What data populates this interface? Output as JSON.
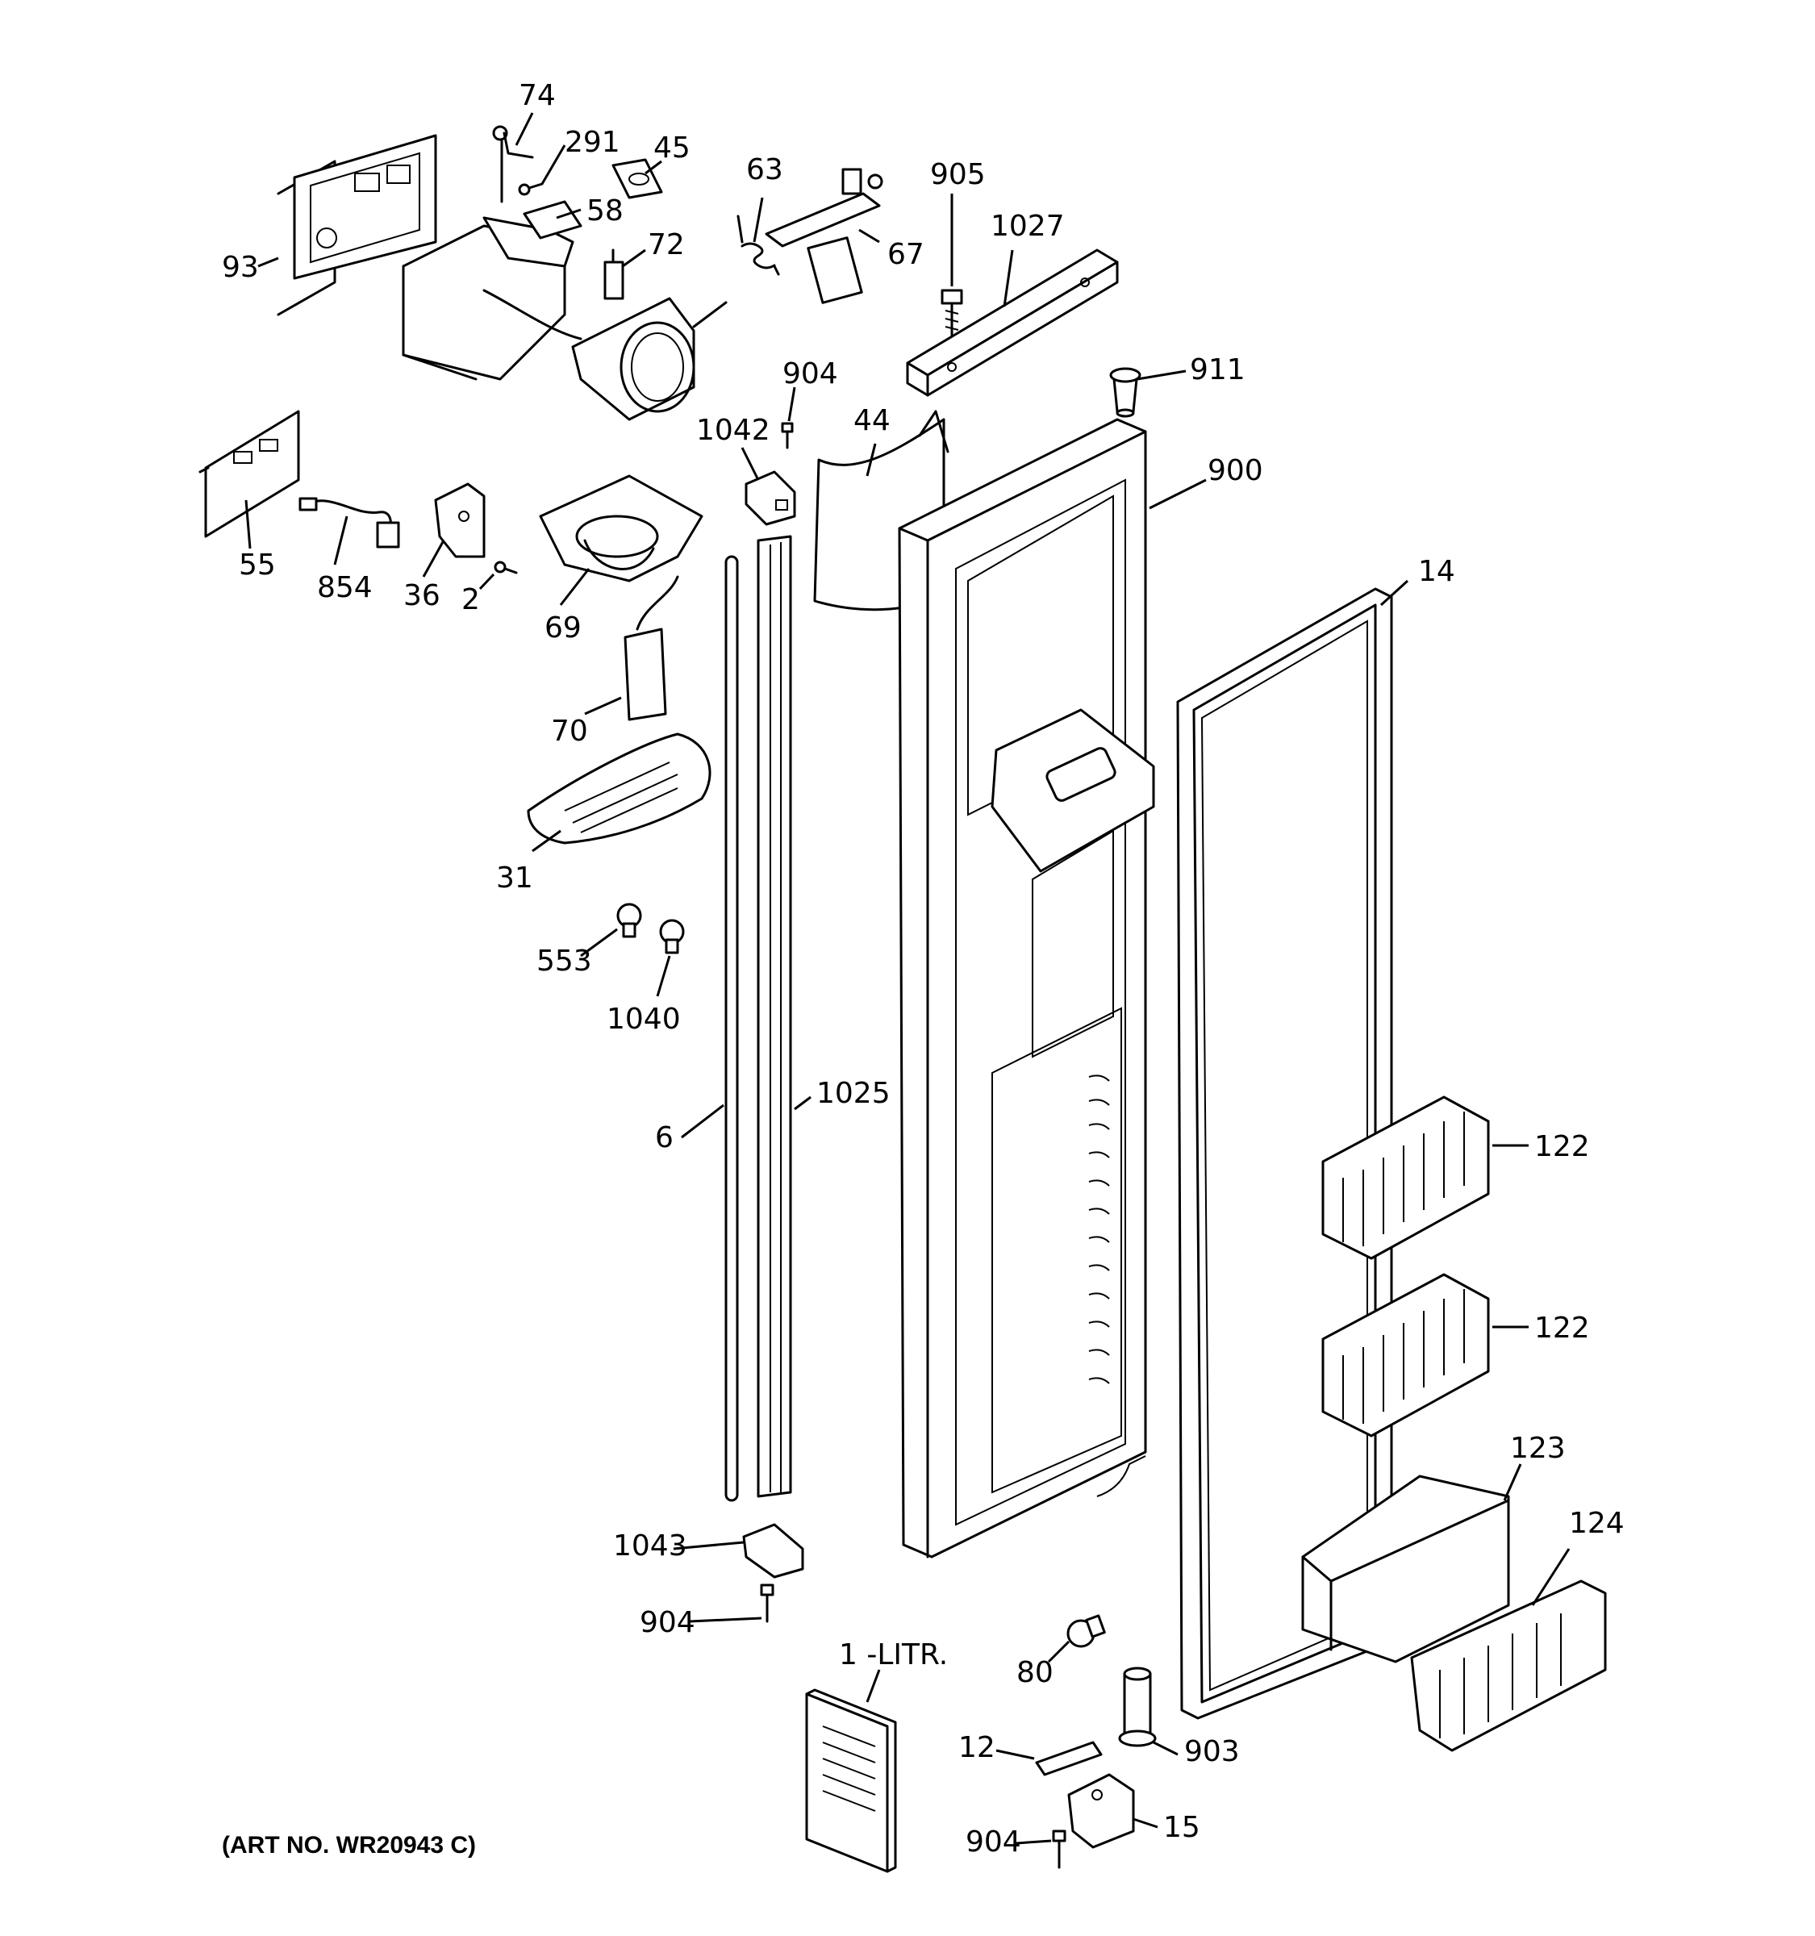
{
  "diagram": {
    "art_number": "(ART NO. WR20943 C)",
    "callouts": {
      "c74": "74",
      "c291": "291",
      "c45": "45",
      "c58": "58",
      "c72": "72",
      "c93": "93",
      "c63": "63",
      "c67": "67",
      "c905": "905",
      "c1027": "1027",
      "c911": "911",
      "c904a": "904",
      "c1042": "1042",
      "c44": "44",
      "c900": "900",
      "c55": "55",
      "c854": "854",
      "c36": "36",
      "c2": "2",
      "c69": "69",
      "c14": "14",
      "c70": "70",
      "c31": "31",
      "c553": "553",
      "c1040": "1040",
      "c6": "6",
      "c1025": "1025",
      "c122a": "122",
      "c122b": "122",
      "c123": "123",
      "c124": "124",
      "c1043": "1043",
      "c904b": "904",
      "c1litr": "1 -LITR.",
      "c80": "80",
      "c903": "903",
      "c12": "12",
      "c15": "15",
      "c904c": "904"
    }
  }
}
